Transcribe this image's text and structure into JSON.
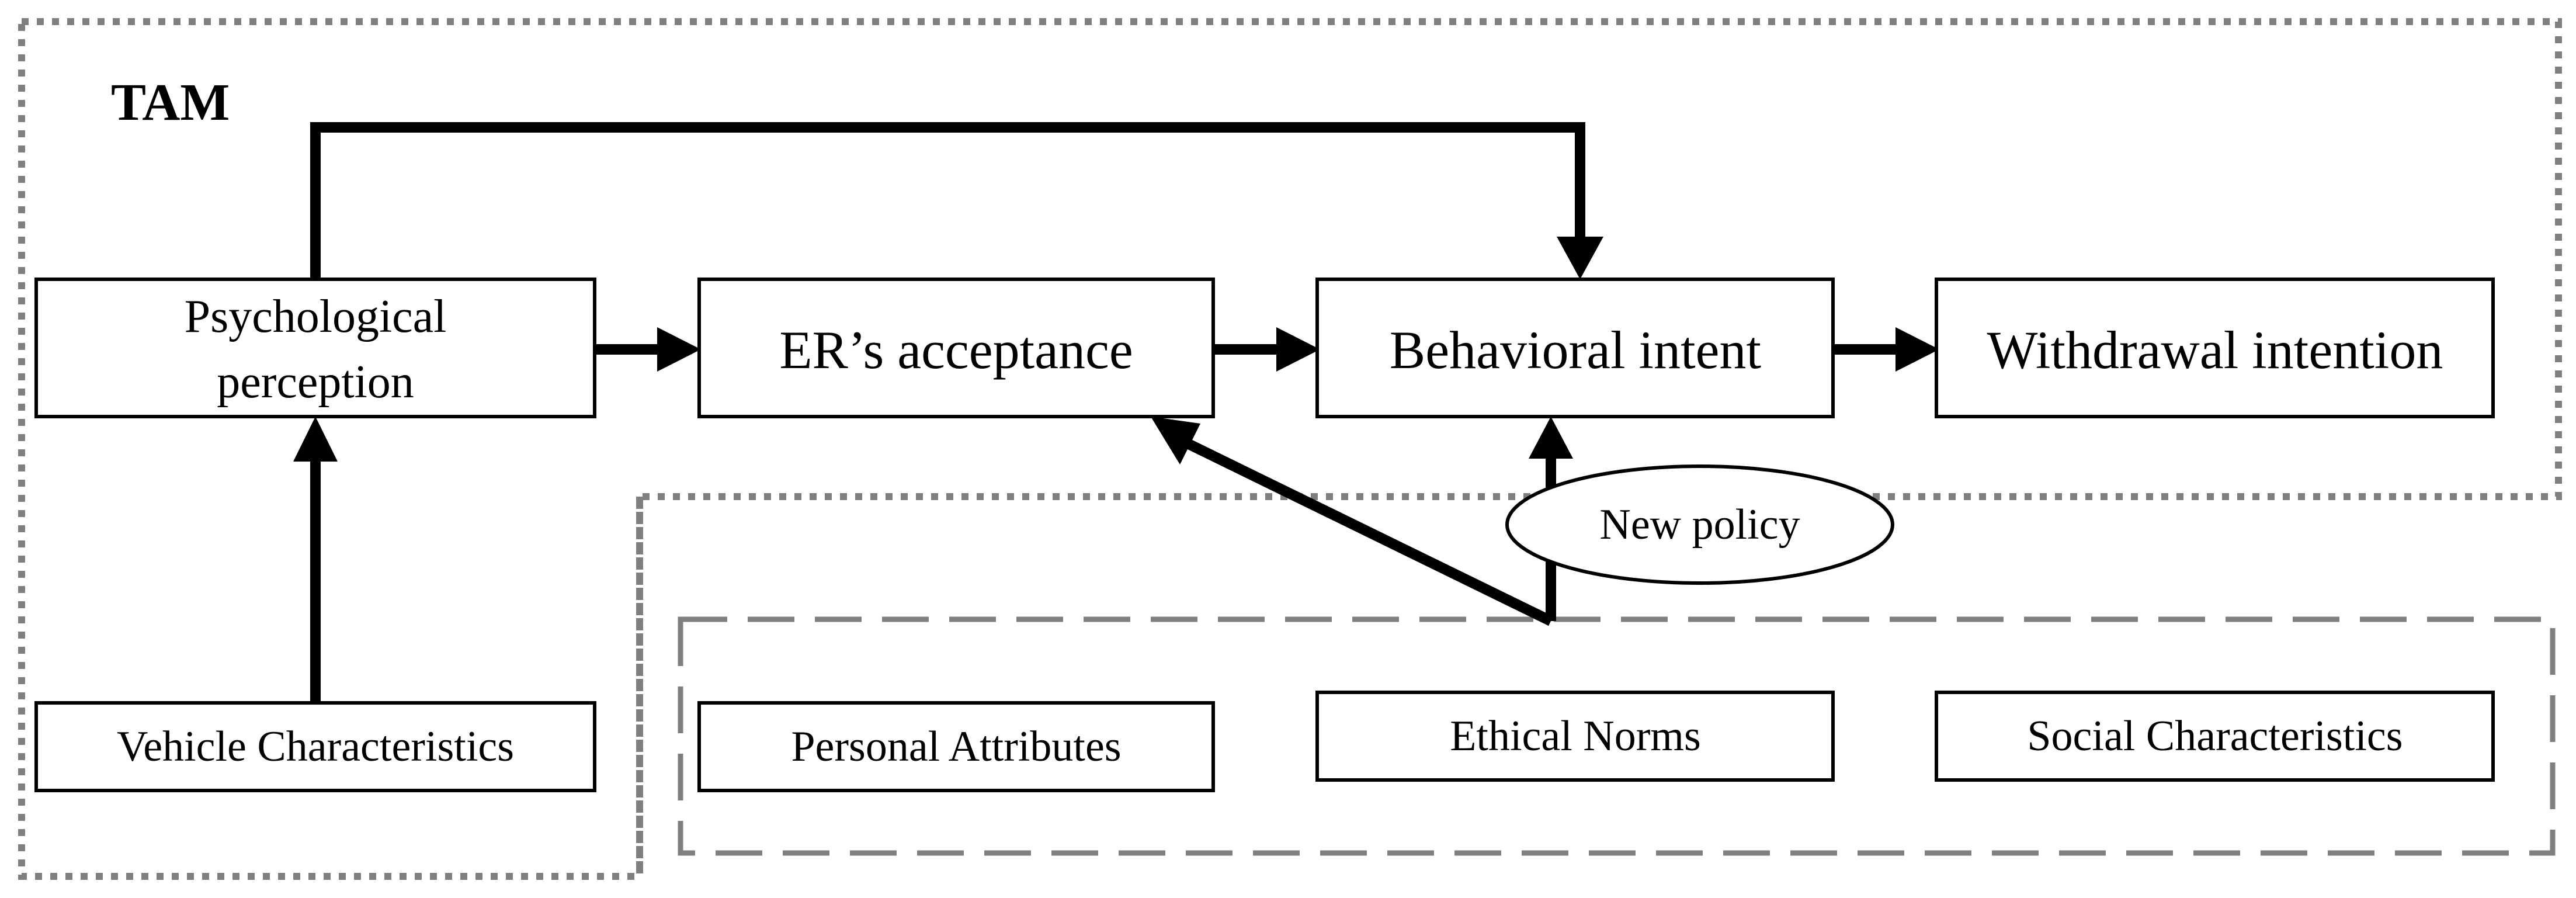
{
  "frame": {
    "title": "TAM"
  },
  "nodes": {
    "psych_line1": "Psychological",
    "psych_line2": "perception",
    "er_acceptance": "ER’s acceptance",
    "behavioral_intent": "Behavioral intent",
    "withdrawal": "Withdrawal intention",
    "vehicle": "Vehicle Characteristics",
    "personal": "Personal Attributes",
    "ethical": "Ethical Norms",
    "social": "Social Characteristics",
    "policy": "New policy"
  }
}
